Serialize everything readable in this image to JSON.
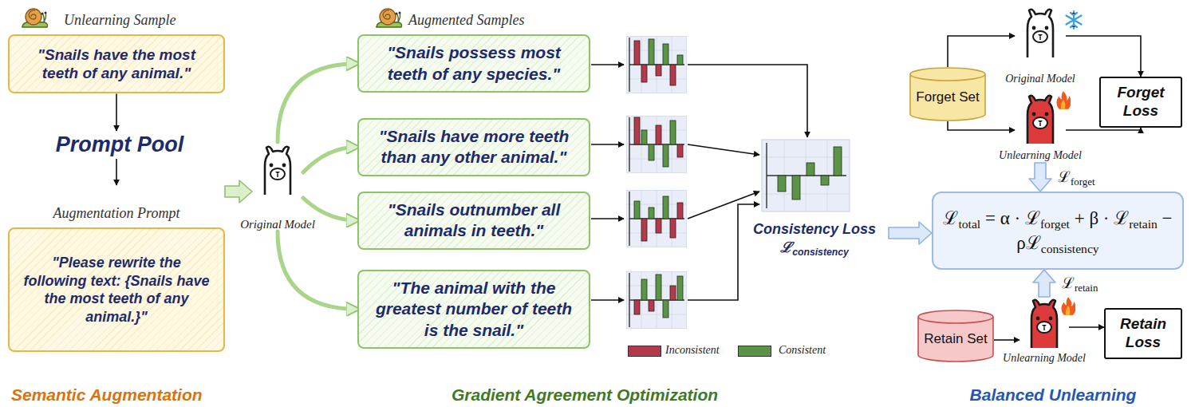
{
  "diagram": {
    "nodes": [
      {
        "text": [
          "Unlearning Sample",
          "\"Snails have the most teeth of any animal.\""
        ]
      },
      {
        "text": [
          "Prompt Pool"
        ]
      },
      {
        "text": [
          "Augmentation Prompt",
          "\"Please rewrite the following text: {Snails have the most teeth of any animal.}\""
        ]
      },
      {
        "text": [
          "Original Model"
        ]
      },
      {
        "text": [
          "Augmented Samples",
          "\"Snails possess most teeth of any species.\""
        ]
      },
      {
        "text": [
          "\"Snails have more teeth than any other animal.\""
        ]
      },
      {
        "text": [
          "\"Snails outnumber all animals in teeth.\""
        ]
      },
      {
        "text": [
          "\"The animal with the greatest number of teeth is the snail.\""
        ]
      },
      {
        "text": [
          "Consistency Loss ℒconsistency"
        ]
      },
      {
        "text": [
          "Forget Set"
        ]
      },
      {
        "text": [
          "Original Model"
        ]
      },
      {
        "text": [
          "Forget Loss"
        ]
      },
      {
        "text": [
          "Unlearning Model"
        ]
      },
      {
        "text": [
          "ℒtotal = α · ℒforget + β · ℒretain − ρℒconsistency"
        ]
      },
      {
        "text": [
          "Retain Set"
        ]
      },
      {
        "text": [
          "Unlearning Model"
        ]
      },
      {
        "text": [
          "Retain Loss"
        ]
      }
    ],
    "edges": [
      {
        "from": 0,
        "to": 1,
        "arrow": "to"
      },
      {
        "from": 1,
        "to": 2,
        "arrow": "to"
      },
      {
        "from": 2,
        "to": 3,
        "arrow": "to"
      },
      {
        "from": 3,
        "to": 4,
        "arrow": "to"
      },
      {
        "from": 3,
        "to": 5,
        "arrow": "to"
      },
      {
        "from": 3,
        "to": 6,
        "arrow": "to"
      },
      {
        "from": 3,
        "to": 7,
        "arrow": "to"
      },
      {
        "from": 8,
        "to": 13,
        "arrow": "to"
      },
      {
        "from": 9,
        "to": 10,
        "arrow": "to"
      },
      {
        "from": 9,
        "to": 12,
        "arrow": "to"
      },
      {
        "from": 10,
        "to": 11,
        "arrow": "to"
      },
      {
        "from": 12,
        "to": 11,
        "arrow": "to"
      },
      {
        "from": 12,
        "to": 13,
        "label": "ℒforget",
        "arrow": "to"
      },
      {
        "from": 14,
        "to": 15,
        "arrow": "to"
      },
      {
        "from": 15,
        "to": 16,
        "arrow": "to"
      },
      {
        "from": 15,
        "to": 13,
        "label": "ℒretain",
        "arrow": "to"
      }
    ],
    "labels": [
      "Semantic Augmentation",
      "Gradient Agreement Optimization",
      "Balanced Unlearning"
    ],
    "legend": [
      {
        "text": "Inconsistent",
        "color": "#b13b4c"
      },
      {
        "text": "Consistent",
        "color": "#5c9447"
      }
    ]
  }
}
